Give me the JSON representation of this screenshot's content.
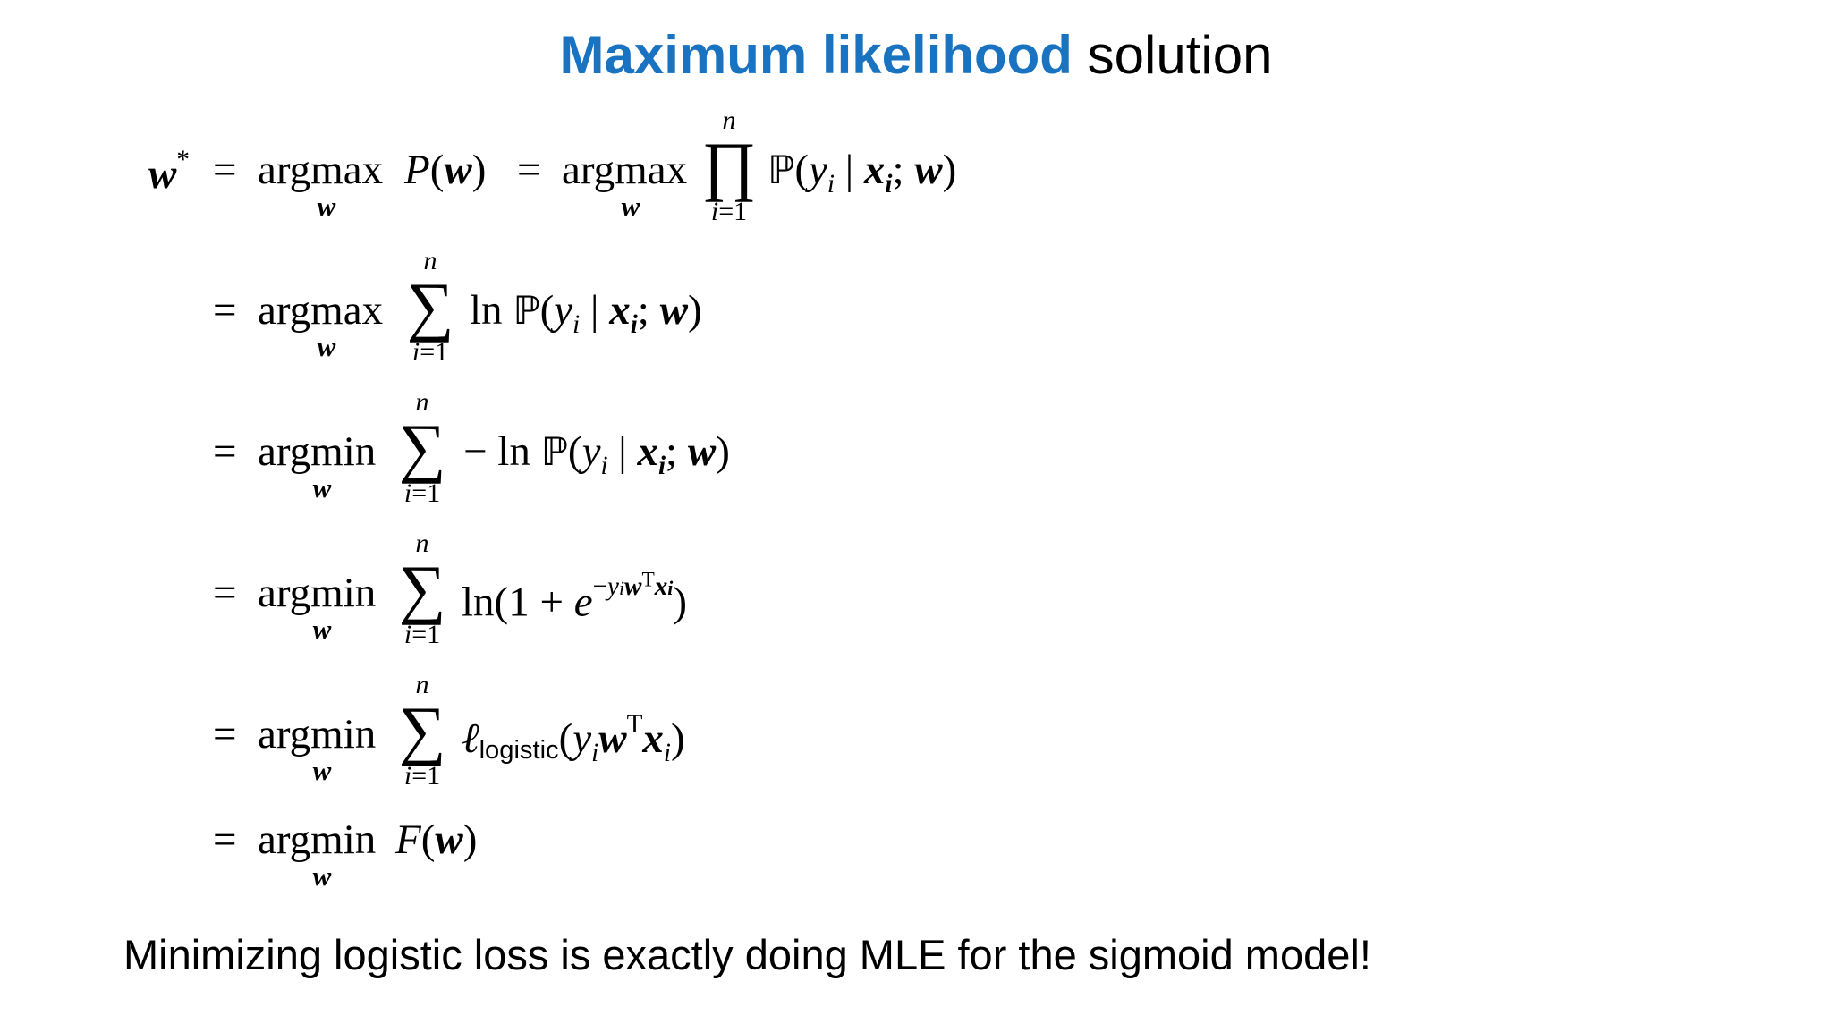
{
  "title": {
    "highlight": "Maximum likelihood",
    "rest": " solution"
  },
  "equations": {
    "line1": {
      "lhs": "w",
      "lhs_sup": "*",
      "eq": "=",
      "op1": "argmax",
      "op1_under": "w",
      "expr1": "P(w)",
      "eq2": "=",
      "op2": "argmax",
      "op2_under": "w",
      "prod_top": "n",
      "prod_bot": "i=1",
      "prod_symbol": "∏",
      "body": "ℙ(yᵢ | xᵢ; w)"
    },
    "line2": {
      "eq": "=",
      "op": "argmax",
      "op_under": "w",
      "sum_top": "n",
      "sum_bot": "i=1",
      "sum_symbol": "∑",
      "body": "ln ℙ(yᵢ | xᵢ; w)"
    },
    "line3": {
      "eq": "=",
      "op": "argmin",
      "op_under": "w",
      "sum_top": "n",
      "sum_bot": "i=1",
      "sum_symbol": "∑",
      "body": "− ln ℙ(yᵢ | xᵢ; w)"
    },
    "line4": {
      "eq": "=",
      "op": "argmin",
      "op_under": "w",
      "sum_top": "n",
      "sum_bot": "i=1",
      "sum_symbol": "∑",
      "body": "ln(1 + e^(−yᵢwᵀxᵢ))"
    },
    "line5": {
      "eq": "=",
      "op": "argmin",
      "op_under": "w",
      "sum_top": "n",
      "sum_bot": "i=1",
      "sum_symbol": "∑",
      "ell": "ℓ",
      "ell_sub": "logistic",
      "body": "(yᵢwᵀxᵢ)"
    },
    "line6": {
      "eq": "=",
      "op": "argmin",
      "op_under": "w",
      "body": "F(w)"
    }
  },
  "caption": "Minimizing logistic loss is exactly doing MLE for the sigmoid model!"
}
